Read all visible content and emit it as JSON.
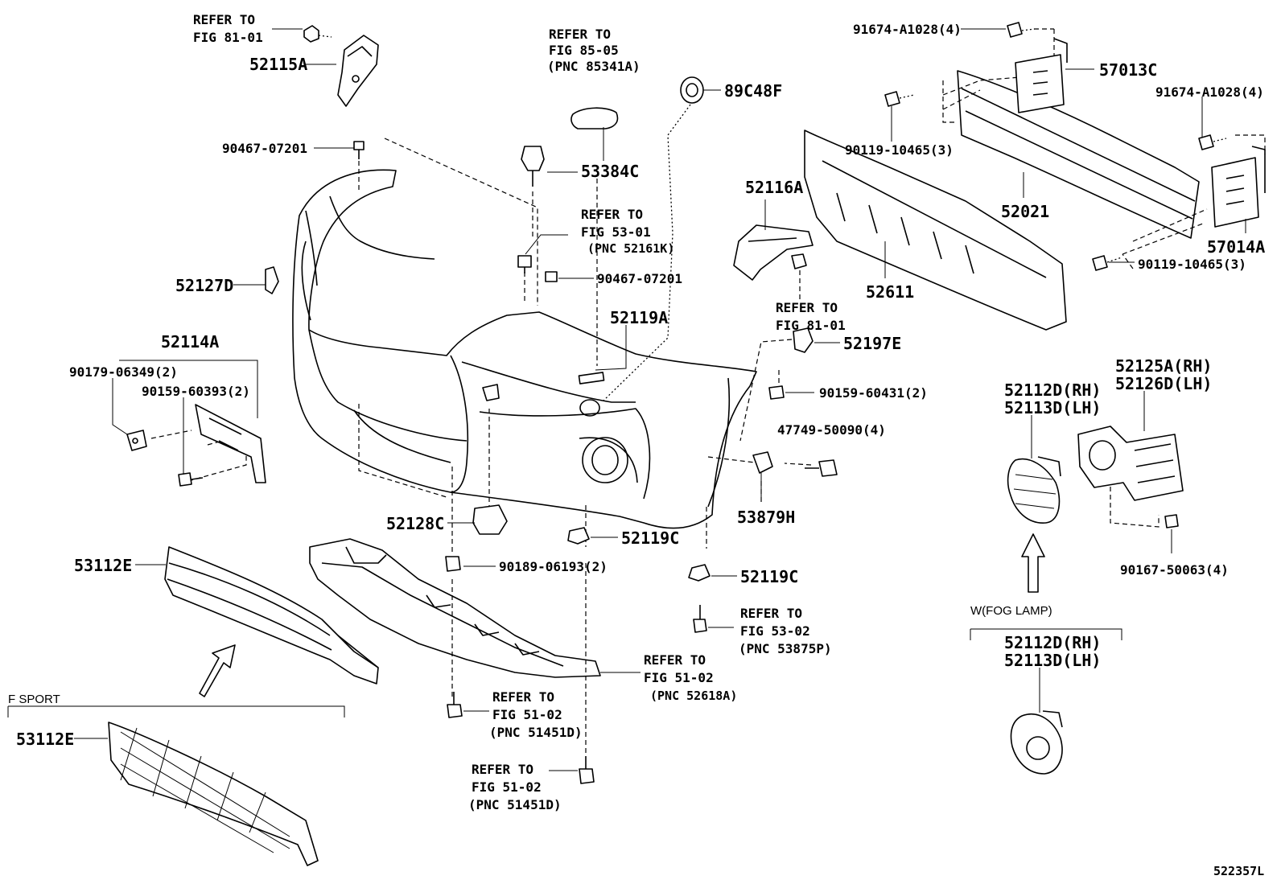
{
  "diagram": {
    "drawing_id": "522357L",
    "labels": {
      "p52115A": "52115A",
      "p52115A_ref1": "REFER TO",
      "p52115A_ref2": "FIG 81-01",
      "ref85_1": "REFER TO",
      "ref85_2": "FIG 85-05",
      "ref85_3": "(PNC 85341A)",
      "p89C48F": "89C48F",
      "p90467a": "90467-07201",
      "p53384C": "53384C",
      "ref53_1": "REFER TO",
      "ref53_2": "FIG 53-01",
      "ref53_3": "(PNC 52161K)",
      "p90467b": "90467-07201",
      "p52127D": "52127D",
      "p52119A": "52119A",
      "p52114A": "52114A",
      "p90179": "90179-06349(2)",
      "p90159a": "90159-60393(2)",
      "p52116A": "52116A",
      "ref81b_1": "REFER TO",
      "ref81b_2": "FIG 81-01",
      "p52197E": "52197E",
      "p90159b": "90159-60431(2)",
      "p47749": "47749-50090(4)",
      "p53879H": "53879H",
      "p52128C": "52128C",
      "p52119Ca": "52119C",
      "p52119Cb": "52119C",
      "p53112E_top": "53112E",
      "p90189": "90189-06193(2)",
      "ref5302_1": "REFER TO",
      "ref5302_2": "FIG 53-02",
      "ref5302_3": "(PNC 53875P)",
      "ref5102a_1": "REFER TO",
      "ref5102a_2": "FIG 51-02",
      "ref5102a_3": "(PNC 52618A)",
      "ref5102b_1": "REFER TO",
      "ref5102b_2": "FIG 51-02",
      "ref5102b_3": "(PNC 51451D)",
      "ref5102c_1": "REFER TO",
      "ref5102c_2": "FIG 51-02",
      "ref5102c_3": "(PNC 51451D)",
      "fsport": "F SPORT",
      "p53112E_bot": "53112E",
      "p91674a": "91674-A1028(4)",
      "p57013C": "57013C",
      "p91674b": "91674-A1028(4)",
      "p90119a": "90119-10465(3)",
      "p52021": "52021",
      "p52611": "52611",
      "p57014A": "57014A",
      "p90119b": "90119-10465(3)",
      "p52125A": "52125A(RH)",
      "p52126D": "52126D(LH)",
      "p52112D_a": "52112D(RH)",
      "p52113D_a": "52113D(LH)",
      "p90167": "90167-50063(4)",
      "wfog": "W(FOG LAMP)",
      "p52112D_b": "52112D(RH)",
      "p52113D_b": "52113D(LH)"
    }
  }
}
